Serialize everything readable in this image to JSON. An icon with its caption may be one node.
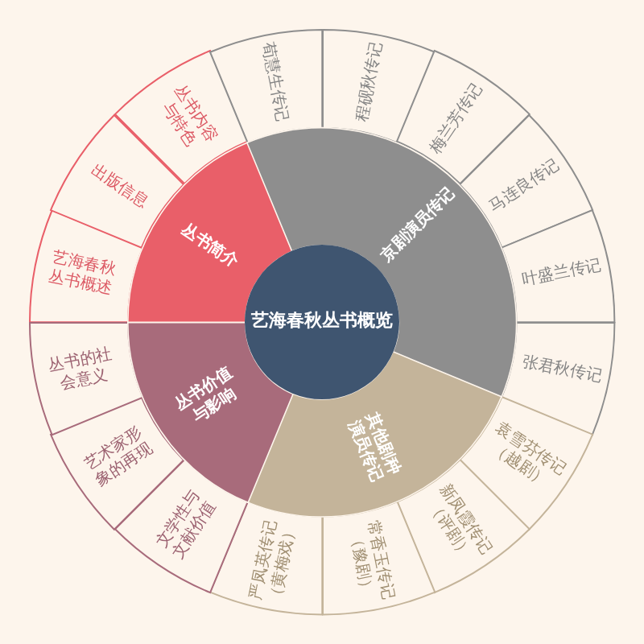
{
  "diagram": {
    "nodes": [
      {
        "text": [
          "艺海春秋丛书概览"
        ]
      },
      {
        "text": [
          "丛书简介"
        ]
      },
      {
        "text": [
          "京剧演员传记"
        ]
      },
      {
        "text": [
          "其他剧种演员传记"
        ]
      },
      {
        "text": [
          "丛书价值与影响"
        ]
      },
      {
        "text": [
          "艺海春秋丛书概述"
        ]
      },
      {
        "text": [
          "出版信息"
        ]
      },
      {
        "text": [
          "丛书内容与特色"
        ]
      },
      {
        "text": [
          "荀慧生传记"
        ]
      },
      {
        "text": [
          "程砚秋传记"
        ]
      },
      {
        "text": [
          "梅兰芳传记"
        ]
      },
      {
        "text": [
          "马连良传记"
        ]
      },
      {
        "text": [
          "叶盛兰传记"
        ]
      },
      {
        "text": [
          "张君秋传记"
        ]
      },
      {
        "text": [
          "袁雪芬传记（越剧）"
        ]
      },
      {
        "text": [
          "新凤霞传记（评剧）"
        ]
      },
      {
        "text": [
          "常香玉传记（豫剧）"
        ]
      },
      {
        "text": [
          "严凤英传记（黄梅戏）"
        ]
      },
      {
        "text": [
          "文学性与文献价值"
        ]
      },
      {
        "text": [
          "艺术家形象的再现"
        ]
      },
      {
        "text": [
          "丛书的社会意义"
        ]
      }
    ]
  }
}
